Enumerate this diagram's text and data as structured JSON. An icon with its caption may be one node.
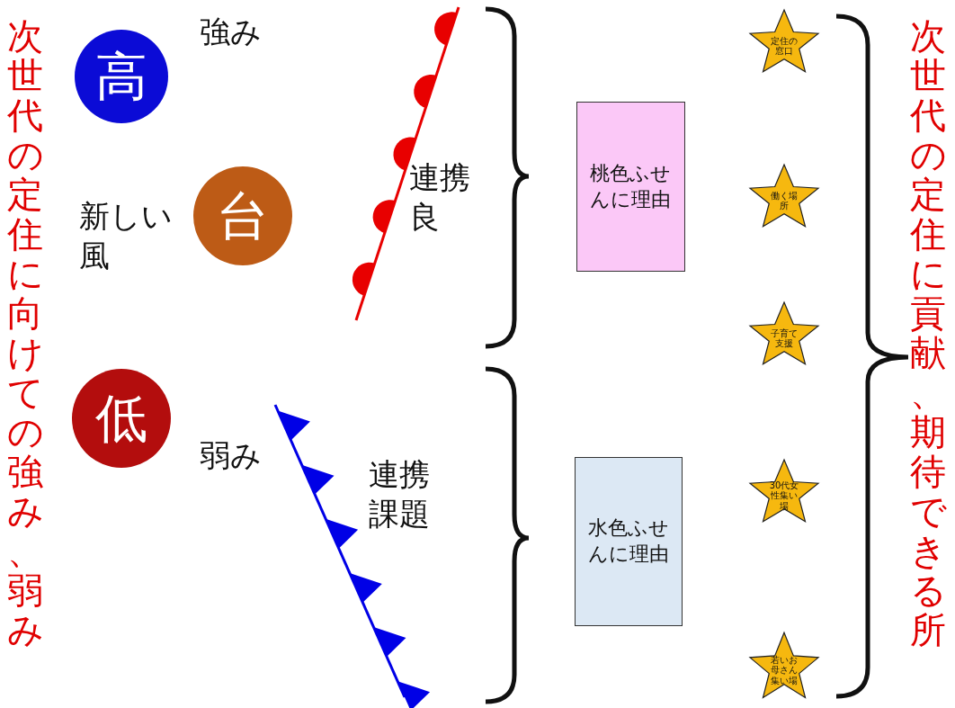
{
  "diagram": {
    "nodes": [
      {
        "text": [
          "高"
        ]
      },
      {
        "text": [
          "台"
        ]
      },
      {
        "text": [
          "低"
        ]
      },
      {
        "text": [
          "桃色ふせんに理由"
        ]
      },
      {
        "text": [
          "水色ふせんに理由"
        ]
      },
      {
        "text": [
          "定住の窓口"
        ]
      },
      {
        "text": [
          "働く場所"
        ]
      },
      {
        "text": [
          "子育て支援"
        ]
      },
      {
        "text": [
          "30代女性集い場"
        ]
      },
      {
        "text": [
          "若いお母さん集い場"
        ]
      }
    ],
    "labels": [
      "次世代の定住に向けての強み、弱み",
      "強み",
      "新しい風",
      "連携良",
      "弱み",
      "連携課題",
      "次世代の定住に貢献、期待できる所"
    ]
  }
}
